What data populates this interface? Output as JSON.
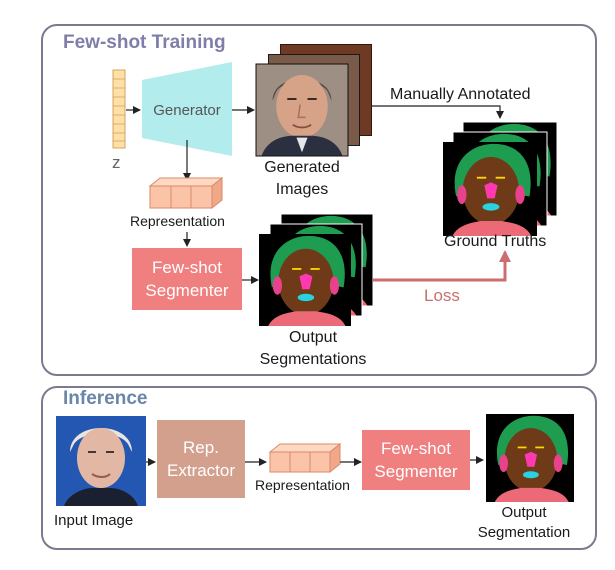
{
  "training": {
    "title": "Few-shot Training",
    "z_label": "z",
    "generator_label": "Generator",
    "generated_images_label": "Generated\nImages",
    "manually_annotated_label": "Manually Annotated",
    "ground_truths_label": "Ground Truths",
    "representation_label": "Representation",
    "segmenter_label": "Few-shot\nSegmenter",
    "output_segmentations_label": "Output\nSegmentations",
    "loss_label": "Loss"
  },
  "inference": {
    "title": "Inference",
    "input_image_label": "Input Image",
    "rep_extractor_label": "Rep.\nExtractor",
    "representation_label": "Representation",
    "segmenter_label": "Few-shot\nSegmenter",
    "output_segmentation_label": "Output\nSegmentation"
  },
  "colors": {
    "panel_border": "#7a7a90",
    "training_title": "#7e7ea8",
    "inference_title": "#6a86a8",
    "generator": "#b3ecec",
    "segmenter": "#f08080",
    "rep_extractor": "#d4a08e",
    "representation_cube": "#fbc4a8",
    "loss": "#cc6e6e",
    "z_vector": "#fde0a8",
    "seg_background": "#000000",
    "seg_hair": "#1e9c50",
    "seg_skin": "#6e3a18",
    "seg_nose": "#ff3ab0",
    "seg_mouth": "#28d2e0",
    "seg_eyes": "#ffd400",
    "seg_ears": "#e8428c",
    "seg_neck": "#ec6a78"
  }
}
